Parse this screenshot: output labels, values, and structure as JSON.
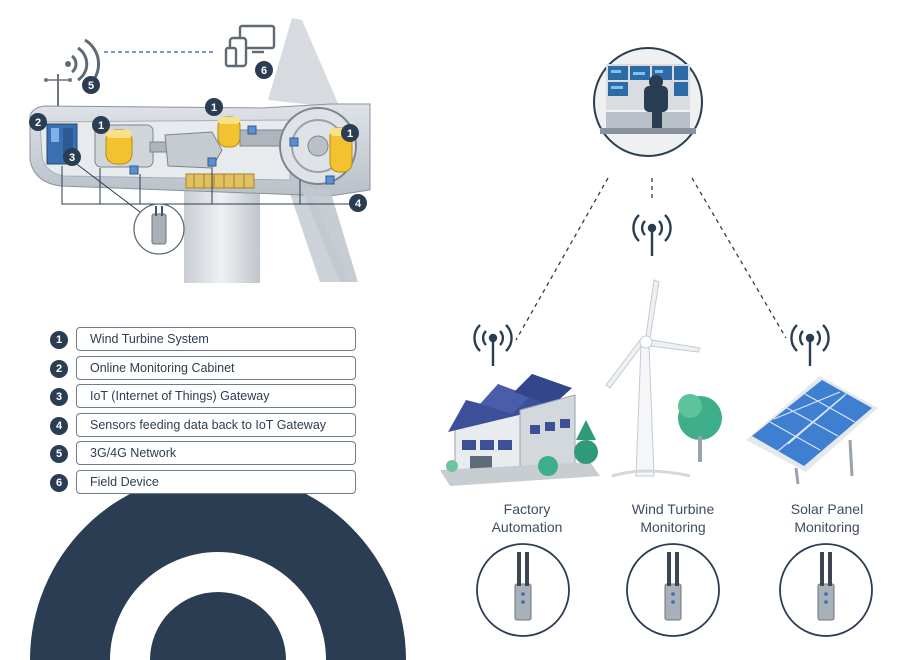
{
  "badges": {
    "b1": "1",
    "b2": "2",
    "b3": "3",
    "b4": "4",
    "b5": "5",
    "b6": "6"
  },
  "legend": [
    {
      "num": "1",
      "label": "Wind Turbine System"
    },
    {
      "num": "2",
      "label": "Online Monitoring Cabinet"
    },
    {
      "num": "3",
      "label": "IoT (Internet of Things) Gateway"
    },
    {
      "num": "4",
      "label": "Sensors feeding data back to IoT Gateway"
    },
    {
      "num": "5",
      "label": "3G/4G Network"
    },
    {
      "num": "6",
      "label": "Field Device"
    }
  ],
  "applications": [
    {
      "line1": "Factory",
      "line2": "Automation"
    },
    {
      "line1": "Wind Turbine",
      "line2": "Monitoring"
    },
    {
      "line1": "Solar Panel",
      "line2": "Monitoring"
    }
  ],
  "colors": {
    "navy": "#2b3d52",
    "accent_yellow": "#f2c230",
    "solar_blue": "#3f7fd1",
    "tree_green": "#3fae8a"
  }
}
